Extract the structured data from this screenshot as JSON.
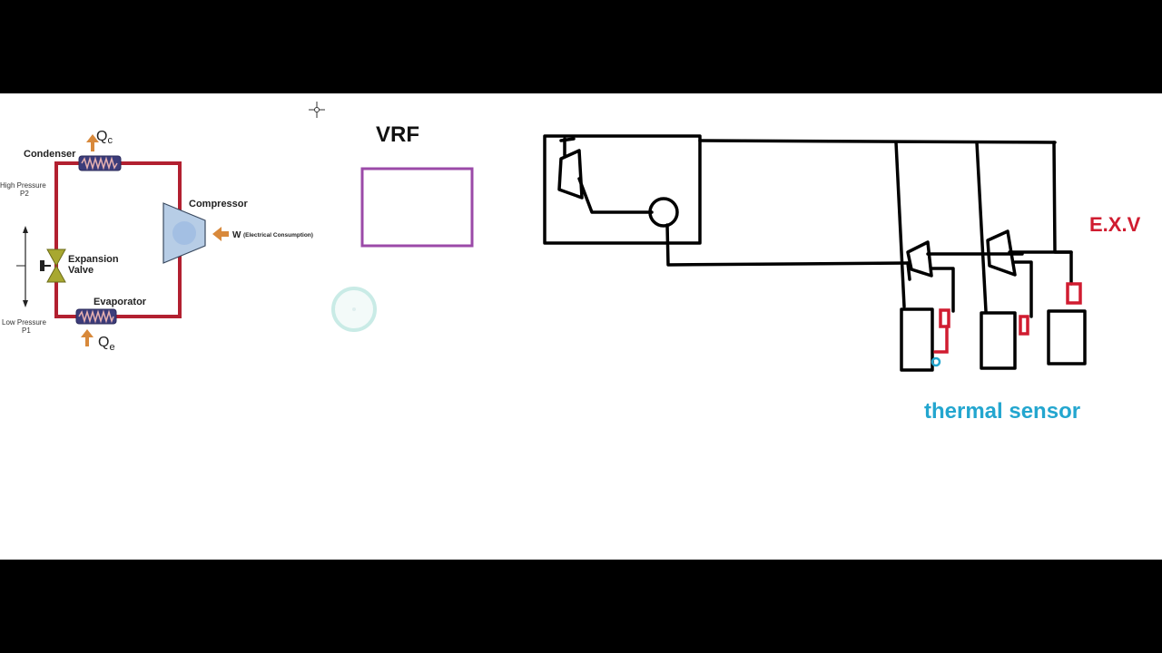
{
  "cycle": {
    "condenser": "Condenser",
    "high_pressure": "High Pressure",
    "p2": "P2",
    "compressor": "Compressor",
    "w": "W",
    "electrical": "(Electrical Consumption)",
    "expansion": "Expansion",
    "valve": "Valve",
    "evaporator": "Evaporator",
    "low_pressure": "Low Pressure",
    "p1": "P1",
    "qc_main": "Q",
    "qc_sub": "c",
    "qe_main": "Q",
    "qe_sub": "e"
  },
  "vrf": {
    "title": "VRF"
  },
  "labels": {
    "exv": "E.X.V",
    "thermal_sensor": "thermal sensor"
  },
  "colors": {
    "pipe_red": "#b22030",
    "valve_olive": "#a8a830",
    "compressor_blue": "#b7cde6",
    "arrow_orange": "#d8893b",
    "box_purple": "#9b4aa8",
    "exv_red": "#d01c30",
    "sensor_cyan": "#23a6cf"
  }
}
